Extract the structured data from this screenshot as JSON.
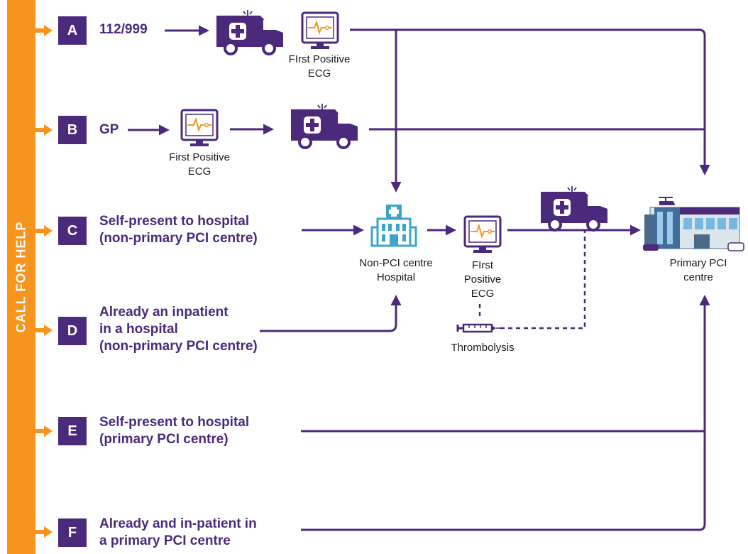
{
  "sidebar": {
    "label": "CALL FOR HELP"
  },
  "rows": [
    {
      "letter": "A",
      "label_lines": [
        "112/999"
      ]
    },
    {
      "letter": "B",
      "label_lines": [
        "GP"
      ]
    },
    {
      "letter": "C",
      "label_lines": [
        "Self-present to hospital",
        "(non-primary PCI centre)"
      ]
    },
    {
      "letter": "D",
      "label_lines": [
        "Already an inpatient",
        "in a hospital",
        "(non-primary PCI centre)"
      ]
    },
    {
      "letter": "E",
      "label_lines": [
        "Self-present to hospital",
        "(primary PCI centre)"
      ]
    },
    {
      "letter": "F",
      "label_lines": [
        "Already and in-patient in",
        "a primary PCI centre"
      ]
    }
  ],
  "captions": {
    "ecg_a": [
      "FIrst Positive",
      "ECG"
    ],
    "ecg_b": [
      "First Positive",
      "ECG"
    ],
    "non_pci_hospital": [
      "Non-PCI centre",
      "Hospital"
    ],
    "ecg_c": [
      "FIrst",
      "Positive",
      "ECG"
    ],
    "thrombolysis": [
      "Thrombolysis"
    ],
    "primary_pci": [
      "Primary PCI",
      "centre"
    ]
  },
  "icons": {
    "ambulance": "ambulance-icon",
    "ecg_monitor": "ecg-monitor-icon",
    "hospital": "hospital-icon",
    "syringe": "syringe-icon",
    "pci_centre": "pci-centre-building-icon"
  },
  "colors": {
    "purple": "#4b2a7b",
    "orange": "#f7941d",
    "ecg_trace": "#f7941d",
    "hospital_blue": "#3aa5c8"
  }
}
